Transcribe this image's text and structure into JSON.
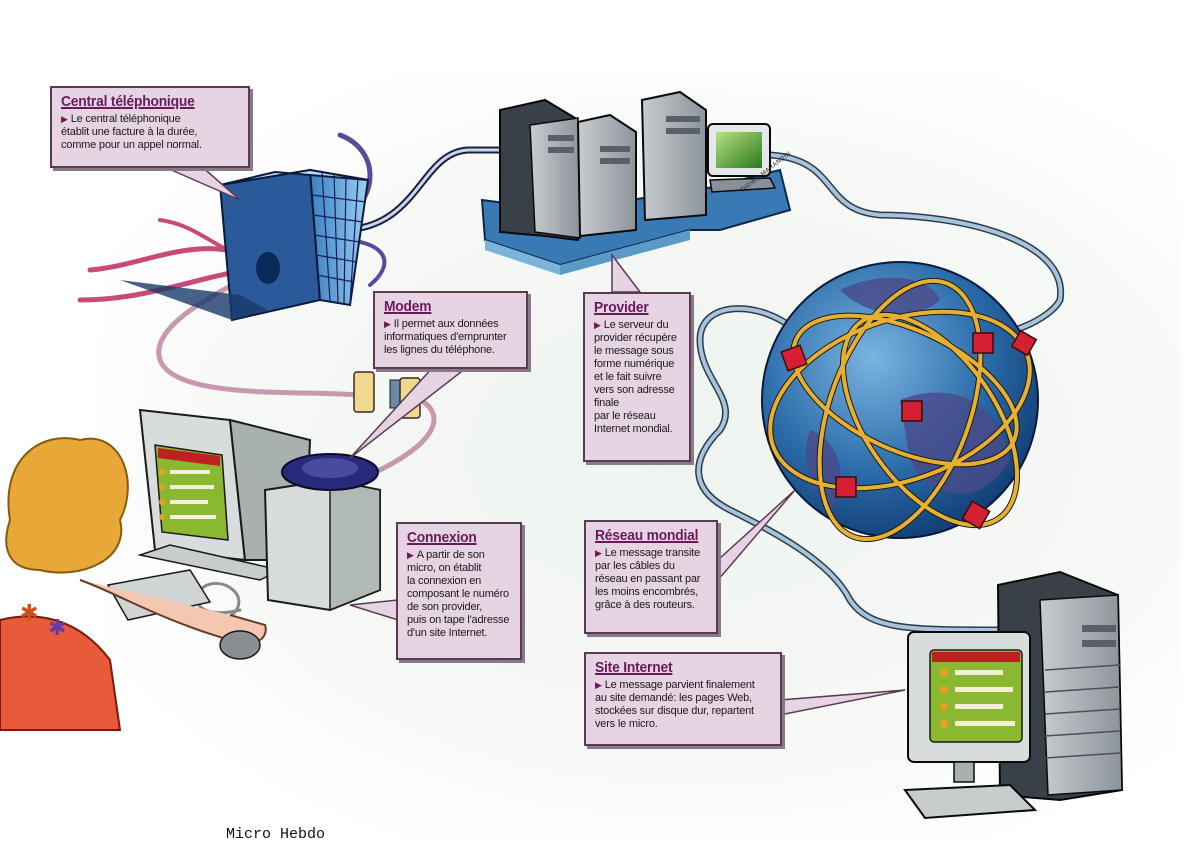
{
  "credit": "Micro Hebdo",
  "signature": "DIDIER MARANDIN",
  "colors": {
    "box_fill": "#e6d4e3",
    "box_border": "#5a3a55",
    "title": "#6a1a5a",
    "cable_pink": "#c84a78",
    "cable_blue": "#a8c4d8",
    "cable_yellow": "#e8b030",
    "router_red": "#d42030",
    "globe_blue": "#2a6aa8",
    "screen_green": "#8ab830"
  },
  "nodes": [
    {
      "id": "central",
      "title": "Central téléphonique",
      "text": "Le central téléphonique\nétablit une facture à la durée,\ncomme pour un appel normal.",
      "icon": "telephone-exchange-building-icon"
    },
    {
      "id": "modem",
      "title": "Modem",
      "text": "Il permet aux données\ninformatiques d'emprunter\nles lignes du téléphone.",
      "icon": "modem-icon"
    },
    {
      "id": "provider",
      "title": "Provider",
      "text": "Le serveur du\nprovider récupère\nle message sous\nforme numérique\net le fait suivre\nvers son adresse\nfinale\npar le réseau\nInternet mondial.",
      "icon": "server-cluster-icon"
    },
    {
      "id": "connexion",
      "title": "Connexion",
      "text": "A partir de son\nmicro, on établit\nla connexion en\ncomposant le numéro\nde son provider,\npuis on tape l'adresse\nd'un site Internet.",
      "icon": "user-computer-icon"
    },
    {
      "id": "reseau",
      "title": "Réseau mondial",
      "text": "Le message transite\npar les câbles du\nréseau en passant par\nles moins encombrés,\ngrâce à des routeurs.",
      "icon": "globe-network-icon"
    },
    {
      "id": "site",
      "title": "Site Internet",
      "text": "Le message parvient finalement\nau site demandé: les pages Web,\nstockées sur disque dur, repartent\nvers le micro.",
      "icon": "web-server-icon"
    }
  ]
}
